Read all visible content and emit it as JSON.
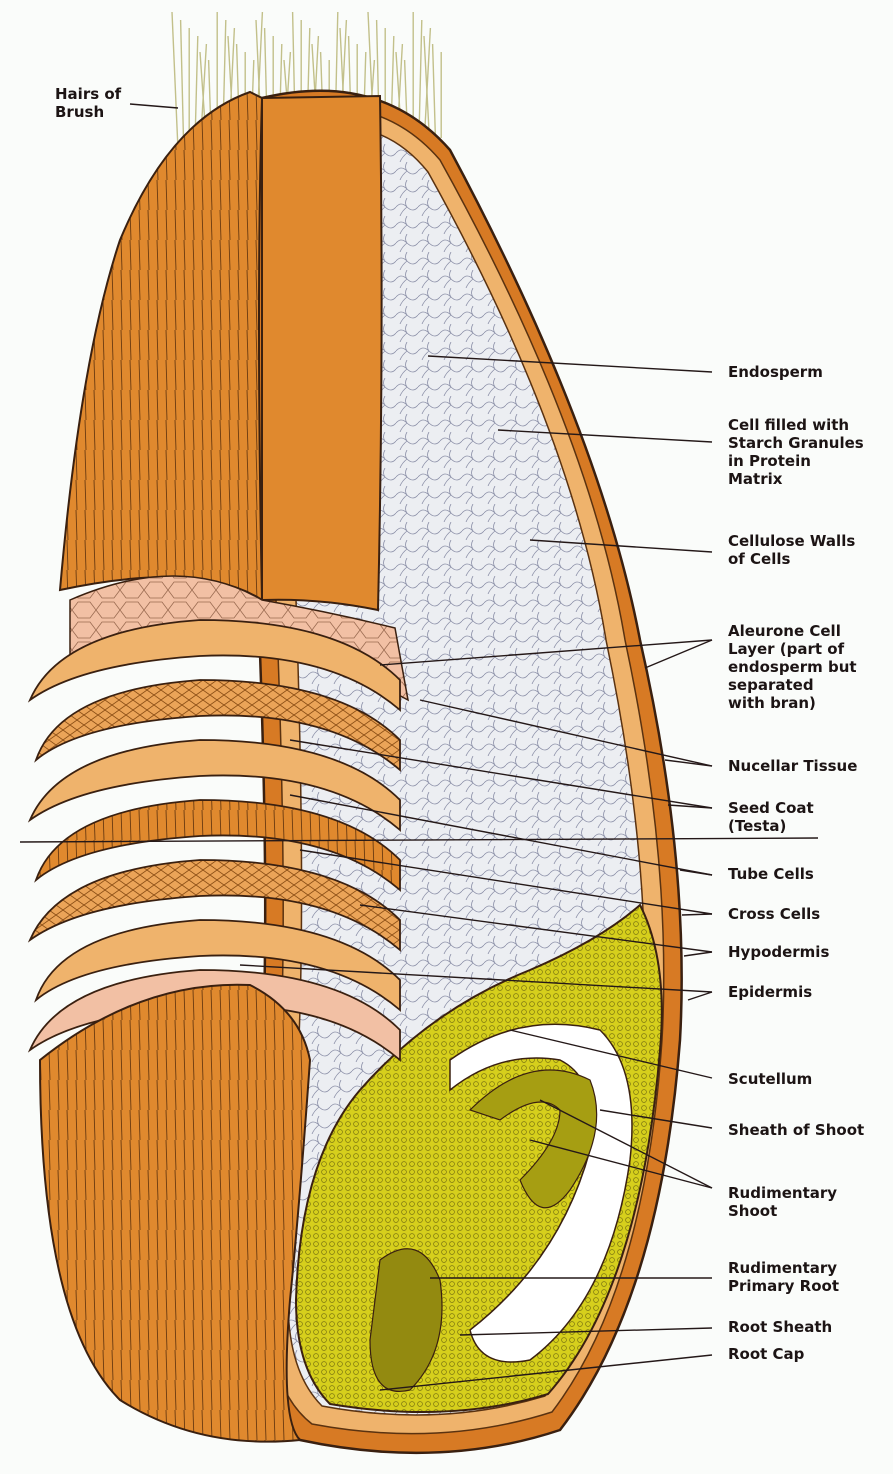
{
  "labels": {
    "hairs": [
      "Hairs of",
      "Brush"
    ],
    "endosperm": [
      "Endosperm"
    ],
    "cell_filled": [
      "Cell filled with",
      "Starch Granules",
      "in Protein",
      "Matrix"
    ],
    "cellulose": [
      "Cellulose Walls",
      "of Cells"
    ],
    "aleurone": [
      "Aleurone Cell",
      "Layer (part of",
      "endosperm but",
      "separated",
      "with bran)"
    ],
    "nucellar": [
      "Nucellar Tissue"
    ],
    "seed_coat": [
      "Seed Coat",
      "(Testa)"
    ],
    "tube_cells": [
      "Tube Cells"
    ],
    "cross_cells": [
      "Cross Cells"
    ],
    "hypodermis": [
      "Hypodermis"
    ],
    "epidermis": [
      "Epidermis"
    ],
    "scutellum": [
      "Scutellum"
    ],
    "sheath_shoot": [
      "Sheath of Shoot"
    ],
    "rudimentary_shoot": [
      "Rudimentary",
      "Shoot"
    ],
    "rudimentary_root": [
      "Rudimentary",
      "Primary Root"
    ],
    "root_sheath": [
      "Root Sheath"
    ],
    "root_cap": [
      "Root Cap"
    ]
  },
  "colors": {
    "bran_orange": "#e0892e",
    "bran_light": "#efb36c",
    "layer_pink": "#f2c0a4",
    "endosperm": "#e9ebef",
    "germ_yellow": "#c9c116",
    "outline": "#3a2010",
    "brush_hair": "#c2c08a"
  }
}
